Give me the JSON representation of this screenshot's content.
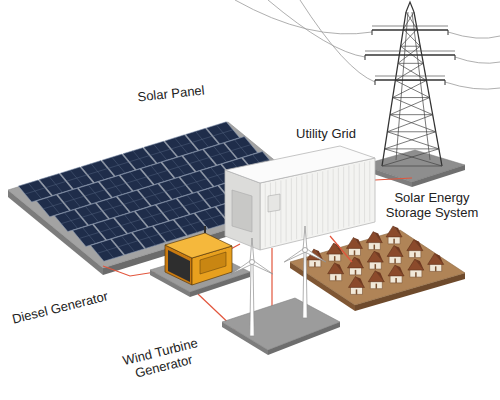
{
  "diagram": {
    "labels": [
      "Solar Panel",
      "Utility Grid",
      "Solar Energy Storage System",
      "Diesel Generator",
      "Wind Turbine Generator"
    ]
  }
}
